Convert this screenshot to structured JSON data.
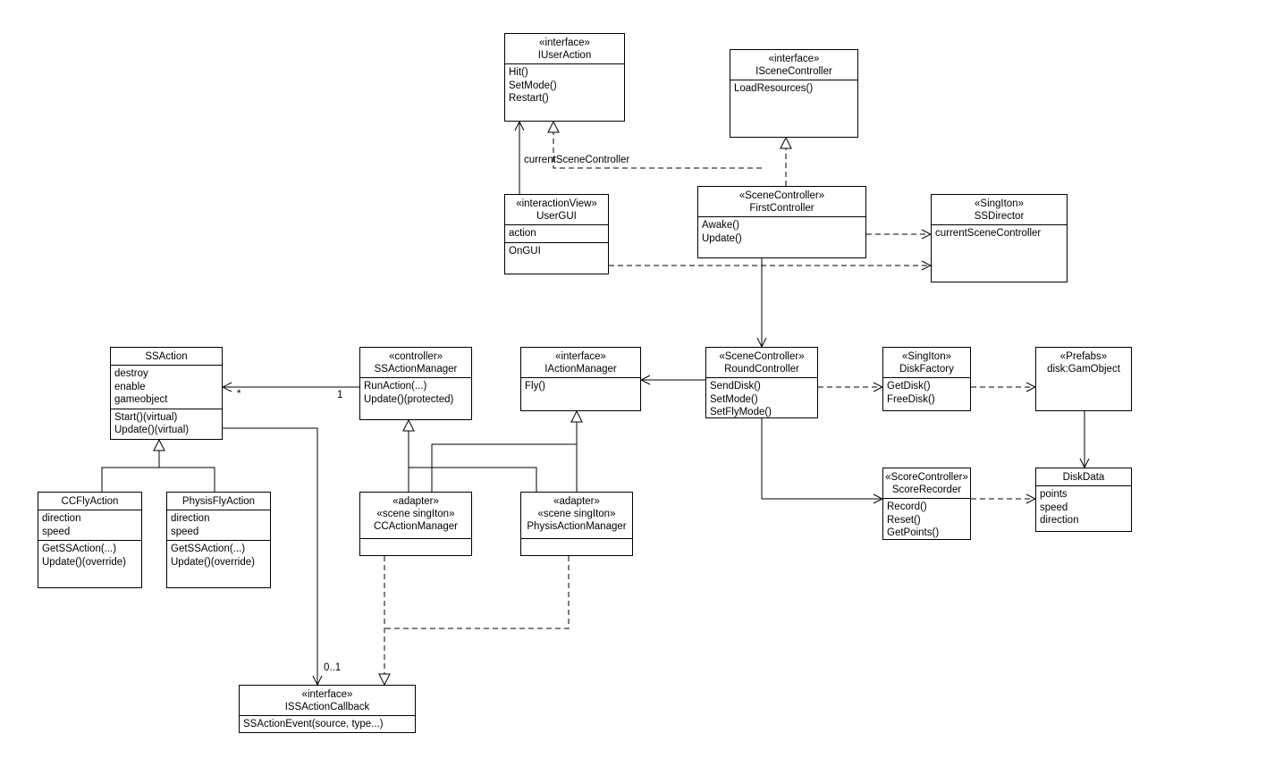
{
  "classes": {
    "iuseraction": {
      "stereotype": "«interface»",
      "name": "IUserAction",
      "ops": [
        "Hit()",
        "SetMode()",
        "Restart()"
      ]
    },
    "iscenecontroller": {
      "stereotype": "«interface»",
      "name": "ISceneController",
      "ops": [
        "LoadResources()"
      ]
    },
    "usergui": {
      "stereotype": "«interactionView»",
      "name": "UserGUI",
      "attrs": [
        "action"
      ],
      "ops": [
        "OnGUI"
      ]
    },
    "firstcontroller": {
      "stereotype": "«SceneController»",
      "name": "FirstController",
      "ops": [
        "Awake()",
        "Update()"
      ]
    },
    "ssdirector": {
      "stereotype": "«SingIton»",
      "name": "SSDirector",
      "attrs": [
        "currentSceneController"
      ]
    },
    "ssaction": {
      "name": "SSAction",
      "attrs": [
        "destroy",
        "enable",
        "gameobject"
      ],
      "ops": [
        "Start()(virtual)",
        "Update()(virtual)"
      ]
    },
    "ssactionmanager": {
      "stereotype": "«controller»",
      "name": "SSActionManager",
      "ops": [
        "RunAction(...)",
        "Update()(protected)"
      ]
    },
    "iactionmanager": {
      "stereotype": "«interface»",
      "name": "IActionManager",
      "ops": [
        "Fly()"
      ]
    },
    "roundcontroller": {
      "stereotype": "«SceneController»",
      "name": "RoundController",
      "ops": [
        "SendDisk()",
        "SetMode()",
        "SetFlyMode()"
      ]
    },
    "diskfactory": {
      "stereotype": "«SingIton»",
      "name": "DiskFactory",
      "ops": [
        "GetDisk()",
        "FreeDisk()"
      ]
    },
    "gameobject": {
      "stereotype": "«Prefabs»",
      "name": "disk:GamObject"
    },
    "ccflyaction": {
      "name": "CCFlyAction",
      "attrs": [
        "direction",
        "speed"
      ],
      "ops": [
        "GetSSAction(...)",
        "Update()(override)"
      ]
    },
    "physisflyaction": {
      "name": "PhysisFlyAction",
      "attrs": [
        "direction",
        "speed"
      ],
      "ops": [
        "GetSSAction(...)",
        "Update()(override)"
      ]
    },
    "ccactionmanager": {
      "stereotype": "«adapter»",
      "stereotype2": "«scene singIton»",
      "name": "CCActionManager"
    },
    "physisactionmanager": {
      "stereotype": "«adapter»",
      "stereotype2": "«scene singIton»",
      "name": "PhysisActionManager"
    },
    "scorerecorder": {
      "stereotype": "«ScoreController»",
      "name": "ScoreRecorder",
      "ops": [
        "Record()",
        "Reset()",
        "GetPoints()"
      ]
    },
    "diskdata": {
      "name": "DiskData",
      "attrs": [
        "points",
        "speed",
        "direction"
      ]
    },
    "issactioncallback": {
      "stereotype": "«interface»",
      "name": "ISSActionCallback",
      "ops": [
        "SSActionEvent(source, type...)"
      ]
    }
  },
  "labels": {
    "current_scene_controller": "currentSceneController",
    "mult_many": "*",
    "mult_one": "1",
    "mult_zero_one": "0..1"
  }
}
